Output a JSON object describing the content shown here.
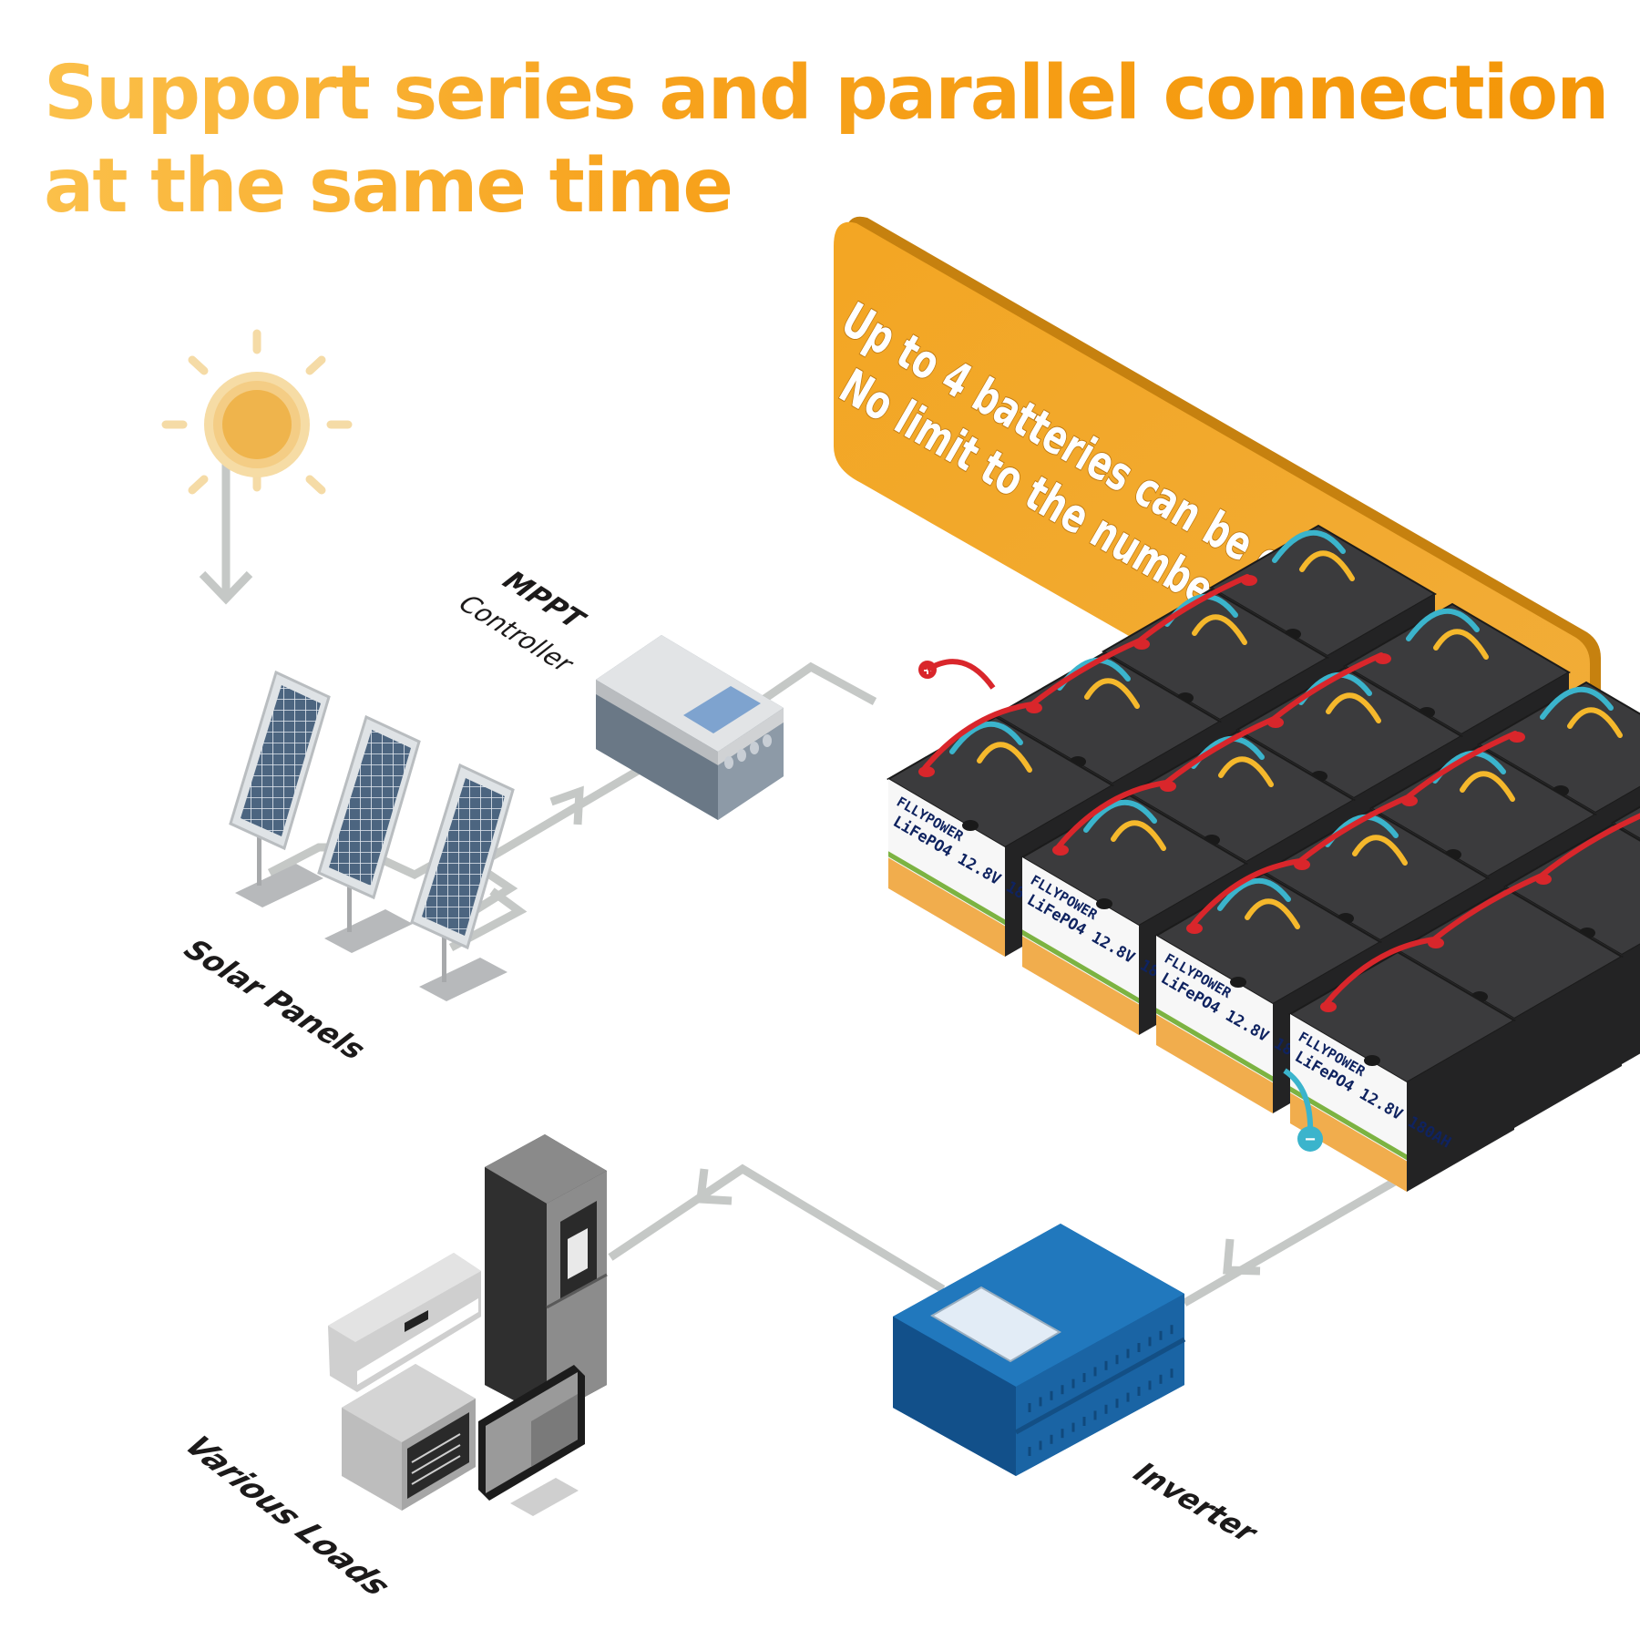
{
  "title": {
    "line1": "Support series and parallel connection",
    "line2": "at the same time"
  },
  "callout": {
    "line1": "Up to 4 batteries can be connected in series",
    "line2": "No limit to the number of parallel connections",
    "color": "#f2a72f"
  },
  "components": {
    "sun": {
      "icon": "sun-icon"
    },
    "solar_panels": {
      "label": "Solar Panels",
      "count": 3
    },
    "mppt_controller": {
      "label_bold": "MPPT",
      "label_light": "Controller"
    },
    "battery_bank": {
      "brand": "FLLYPOWER",
      "chemistry": "LiFePO4",
      "spec": "12.8V 180AH",
      "series_count": 4,
      "parallel_rows": 4,
      "positive_symbol": "+",
      "negative_symbol": "−"
    },
    "inverter": {
      "label": "Inverter",
      "color": "#2178bd"
    },
    "loads": {
      "label": "Various Loads",
      "items": [
        "air-conditioner",
        "refrigerator",
        "oven",
        "monitor"
      ]
    }
  },
  "flow": {
    "line_color": "#c5c8c6",
    "sequence": [
      "Sun",
      "Solar Panels",
      "MPPT Controller",
      "Battery Bank",
      "Inverter",
      "Various Loads"
    ]
  },
  "cable_colors": {
    "positive": "#d9262b",
    "negative": "#3bb4cc",
    "series_link": "#f5b82c"
  }
}
